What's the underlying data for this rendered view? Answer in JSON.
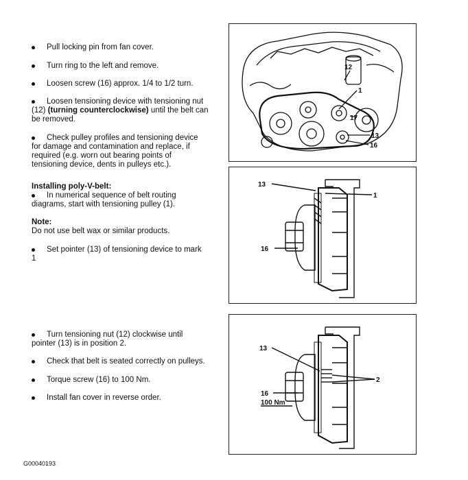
{
  "steps_top": [
    "Pull locking pin from fan cover.",
    "Turn ring to the left and remove.",
    "Loosen screw (16) approx. 1/4 to 1/2 turn."
  ],
  "step_tension": {
    "line1": "Loosen tensioning device with tensioning nut",
    "line2_a": "(12) ",
    "line2_b": "(turning counterclockwise)",
    "line2_c": " until the belt can",
    "line3": "be removed."
  },
  "step_check": {
    "line1": "Check pulley profiles and tensioning device",
    "line2": "for damage and contamination and replace, if",
    "line3": "required (e.g. worn out bearing points of",
    "line4": "tensioning device, dents in pulleys etc.)."
  },
  "install": {
    "heading": "Installing poly-V-belt:",
    "line1": "In numerical sequence of belt routing",
    "line2": "diagrams, start with tensioning pulley (1)."
  },
  "note": {
    "heading": "Note:",
    "text": "Do not use belt wax or similar products."
  },
  "step_pointer": {
    "line1": "Set pointer (13) of tensioning device to mark",
    "line2": "1"
  },
  "step_turn": {
    "line1": "Turn tensioning nut (12) clockwise until",
    "line2": "pointer (13) is in position 2."
  },
  "steps_bottom": [
    "Check that belt is seated correctly on pulleys.",
    "Torque screw (16) to 100 Nm.",
    "Install fan cover in reverse order."
  ],
  "figure1_labels": {
    "a": "12",
    "b": "1",
    "c": "17",
    "d": "13",
    "e": "16"
  },
  "figure2_labels": {
    "a": "13",
    "b": "1",
    "c": "16"
  },
  "figure3_labels": {
    "a": "13",
    "b": "2",
    "c": "16",
    "d": "100 Nm"
  },
  "footer_code": "G00040193"
}
